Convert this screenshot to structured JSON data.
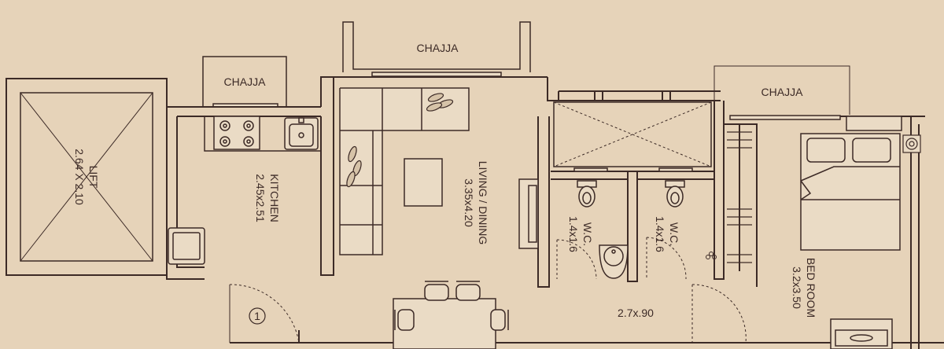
{
  "rooms": {
    "chajja_kitchen": "CHAJJA",
    "chajja_living": "CHAJJA",
    "chajja_bedroom": "CHAJJA",
    "lift": {
      "name": "LIFT",
      "size": "2.64 X 2.10"
    },
    "kitchen": {
      "name": "KITCHEN",
      "size": "2.45x2.51"
    },
    "living": {
      "name": "LIVING / DINING",
      "size": "3.35x4.20"
    },
    "wc_left": {
      "name": "W.C.",
      "size": "1.4x1.6"
    },
    "wc_right": {
      "name": "W.C.",
      "size": "1.4x1.6"
    },
    "bedroom": {
      "name": "BED ROOM",
      "size": "3.2x3.50"
    },
    "passage": {
      "size": "2.7x.90"
    }
  },
  "entrance_marker": "1",
  "colors": {
    "background": "#e6d3b9",
    "wall": "#3c2a26",
    "fixture_fill": "#eadbc5"
  }
}
